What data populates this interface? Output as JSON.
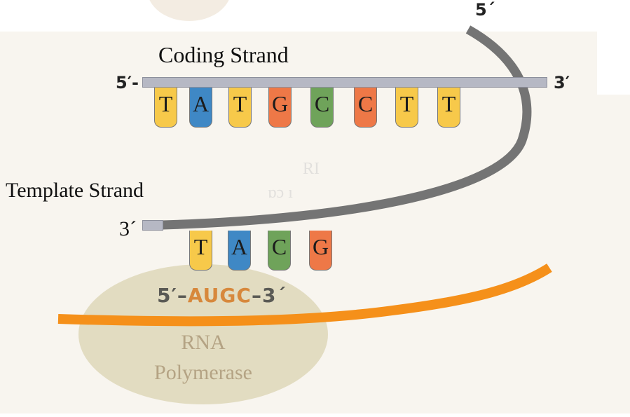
{
  "labels": {
    "coding_strand": "Coding Strand",
    "template_strand": "Template Strand",
    "coding_5": "5′-",
    "coding_3": "3′",
    "template_3": "3´",
    "template_5": "5´"
  },
  "coding_bases": [
    {
      "letter": "T",
      "color": "#f7c94a"
    },
    {
      "letter": "A",
      "color": "#3f88c5"
    },
    {
      "letter": "T",
      "color": "#f7c94a"
    },
    {
      "letter": "G",
      "color": "#ee7847"
    },
    {
      "letter": "C",
      "color": "#6fa35a"
    },
    {
      "letter": "C",
      "color": "#ee7847"
    },
    {
      "letter": "T",
      "color": "#f7c94a"
    },
    {
      "letter": "T",
      "color": "#f7c94a"
    }
  ],
  "template_bases": [
    {
      "letter": "T",
      "color": "#f7c94a"
    },
    {
      "letter": "A",
      "color": "#3f88c5"
    },
    {
      "letter": "C",
      "color": "#6fa35a"
    },
    {
      "letter": "G",
      "color": "#ee7847"
    }
  ],
  "rna": {
    "prefix": "5′–",
    "sequence": "AUGC",
    "suffix": "–3´",
    "strand_color": "#f5901a"
  },
  "polymerase": {
    "line1": "RNA",
    "line2": "Polymerase"
  },
  "colors": {
    "template_strand": "#747474",
    "coding_bar": "#b6b8c4",
    "polymerase": "#dbd3b1"
  }
}
